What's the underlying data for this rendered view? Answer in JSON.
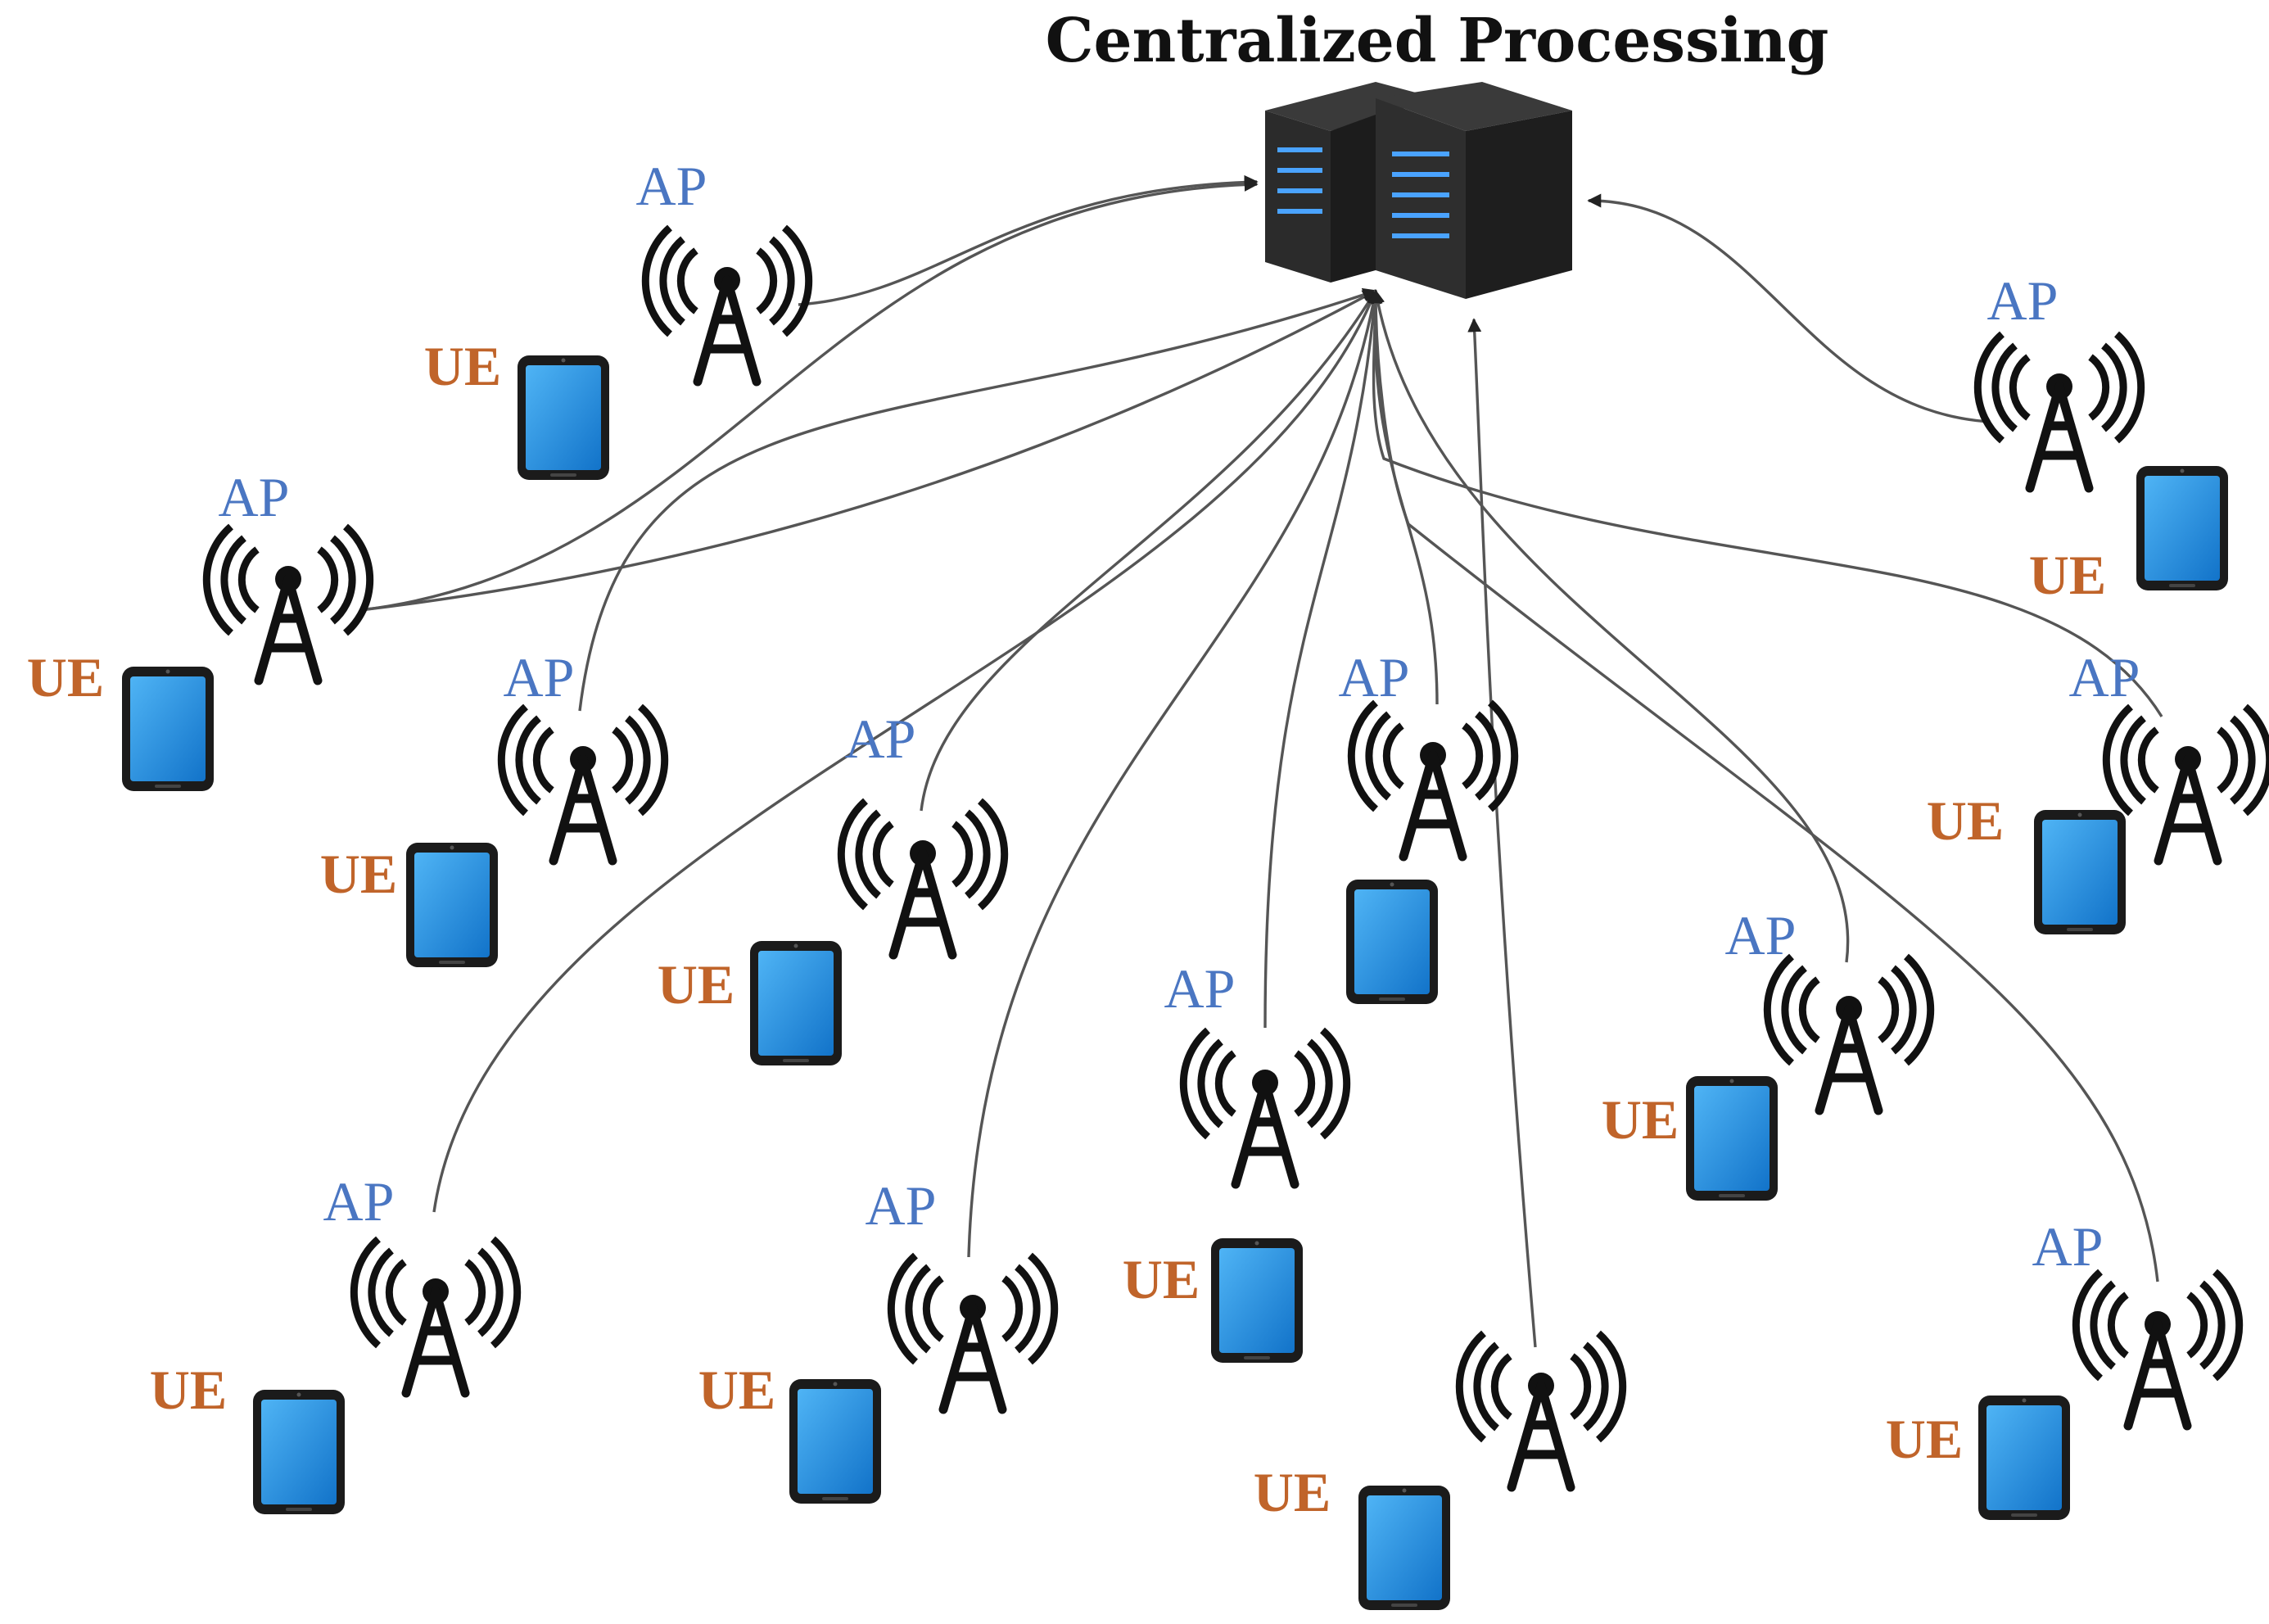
{
  "diagram": {
    "title": "Centralized Processing",
    "ap_label": "AP",
    "ue_label": "UE",
    "nodes": {
      "server": "server-icon",
      "access_point": "antenna-tower-icon",
      "user_equipment": "tablet-icon"
    },
    "colors": {
      "ap_text": "#4a76c2",
      "ue_text": "#c0642a",
      "device_screen": "#1a8fe0",
      "link": "#555555",
      "server_body": "#2b2b2b",
      "server_led": "#4aa3ff"
    }
  }
}
